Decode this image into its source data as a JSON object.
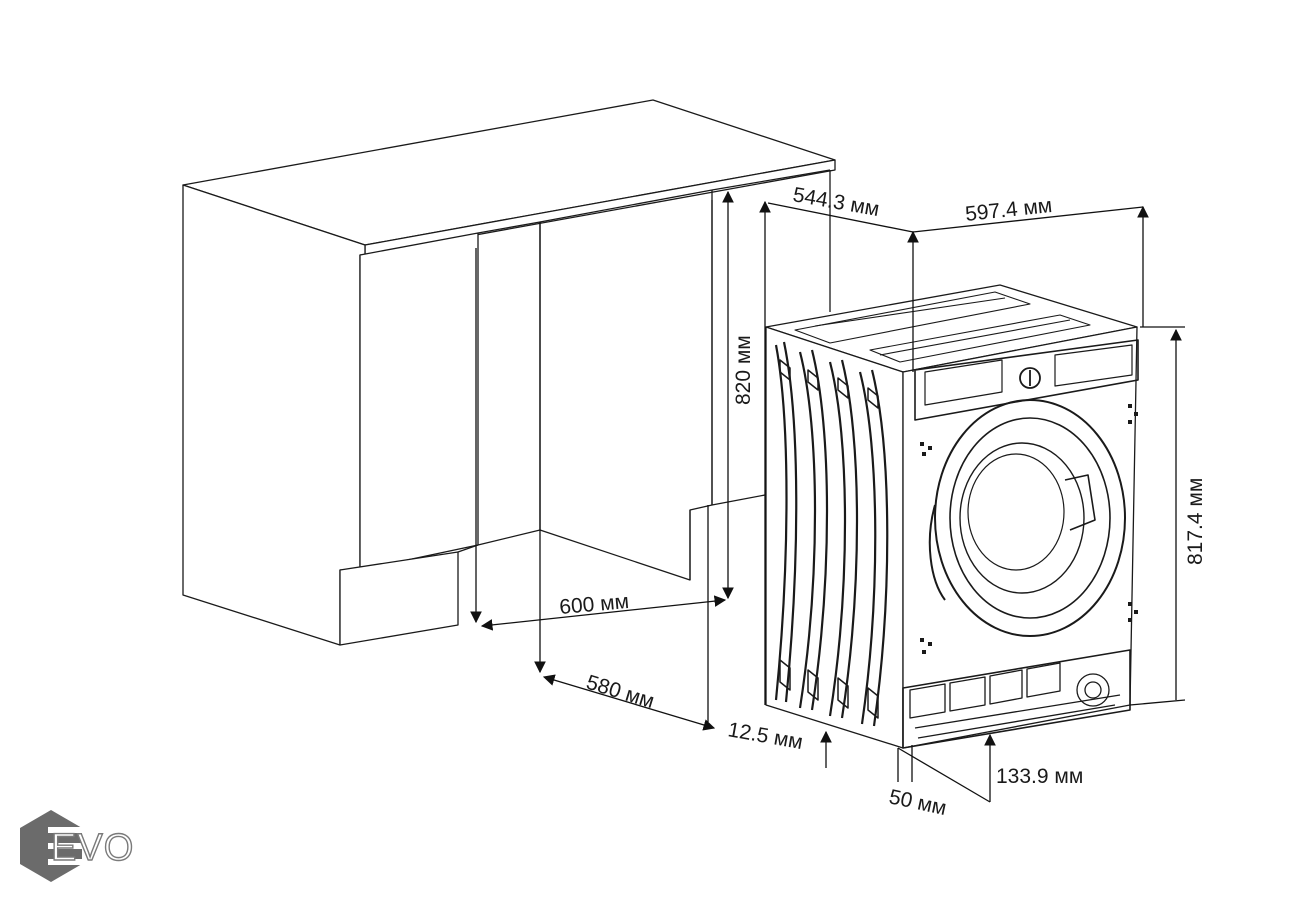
{
  "dimensions": {
    "cabinet_height": "820 мм",
    "cabinet_width": "600 мм",
    "cabinet_depth": "580 мм",
    "machine_depth": "544.3 мм",
    "machine_width": "597.4 мм",
    "machine_height": "817.4 мм",
    "foot_height": "12.5 мм",
    "plinth_recess": "50 мм",
    "plinth_height": "133.9 мм"
  },
  "logo": {
    "text": "EVO",
    "icon": "hexagon-logo-icon",
    "color": "#6b6b6b"
  },
  "colors": {
    "line": "#1a1a1a",
    "machine_body": "#ffffff"
  }
}
